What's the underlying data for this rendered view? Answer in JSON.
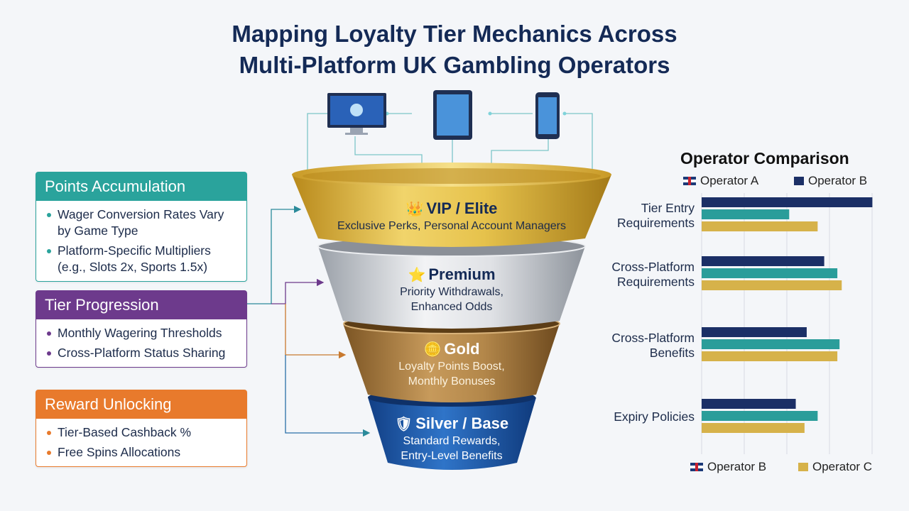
{
  "title": {
    "line1": "Mapping Loyalty Tier Mechanics Across",
    "line2": "Multi-Platform UK Gambling Operators"
  },
  "devices": [
    "desktop-icon",
    "tablet-icon",
    "phone-icon"
  ],
  "cards": [
    {
      "heading": "Points Accumulation",
      "color": "#2aa39c",
      "items": [
        "Wager Conversion Rates Vary by Game Type",
        "Platform-Specific Multipliers (e.g., Slots 2x, Sports 1.5x)"
      ]
    },
    {
      "heading": "Tier Progression",
      "color": "#6d3a8c",
      "items": [
        "Monthly Wagering Thresholds",
        "Cross-Platform Status Sharing"
      ]
    },
    {
      "heading": "Reward Unlocking",
      "color": "#e87a2c",
      "items": [
        "Tier-Based Cashback %",
        "Free Spins Allocations"
      ]
    }
  ],
  "tiers": [
    {
      "icon": "👑",
      "name": "VIP / Elite",
      "desc1": "Exclusive Perks, Personal Account Managers",
      "desc2": "",
      "color": "#d9b43a"
    },
    {
      "icon": "⭐",
      "name": "Premium",
      "desc1": "Priority Withdrawals,",
      "desc2": "Enhanced Odds",
      "color": "#c9ccd1"
    },
    {
      "icon": "🪙",
      "name": "Gold",
      "desc1": "Loyalty Points Boost,",
      "desc2": "Monthly Bonuses",
      "color": "#a77a3c"
    },
    {
      "icon": "🛡",
      "name": "Silver / Base",
      "desc1": "Standard Rewards,",
      "desc2": "Entry-Level Benefits",
      "color": "#1f58a8"
    }
  ],
  "chart": {
    "title": "Operator Comparison",
    "legend_top": [
      {
        "label": "Operator A",
        "marker": "uk-flag-icon"
      },
      {
        "label": "Operator B",
        "color": "#1b2f66"
      }
    ],
    "legend_bottom": [
      {
        "label": "Operator B",
        "marker": "uk-flag-icon"
      },
      {
        "label": "Operator C",
        "color": "#d6b24a"
      }
    ]
  },
  "chart_data": {
    "type": "bar",
    "orientation": "horizontal",
    "title": "Operator Comparison",
    "categories": [
      [
        "Tier Entry",
        "Requirements"
      ],
      [
        "Cross-Platform",
        "Requirements"
      ],
      [
        "Cross-Platform",
        "Benefits"
      ],
      [
        "Expiry Policies"
      ]
    ],
    "series": [
      {
        "color": "#1b2f66",
        "values": [
          7.8,
          5.6,
          4.8,
          4.3
        ]
      },
      {
        "color": "#2a9d9a",
        "values": [
          4.0,
          6.2,
          6.3,
          5.3
        ]
      },
      {
        "color": "#d6b24a",
        "values": [
          5.3,
          6.4,
          6.2,
          4.7
        ]
      }
    ],
    "xlim": [
      0,
      8.5
    ],
    "grid": true
  }
}
